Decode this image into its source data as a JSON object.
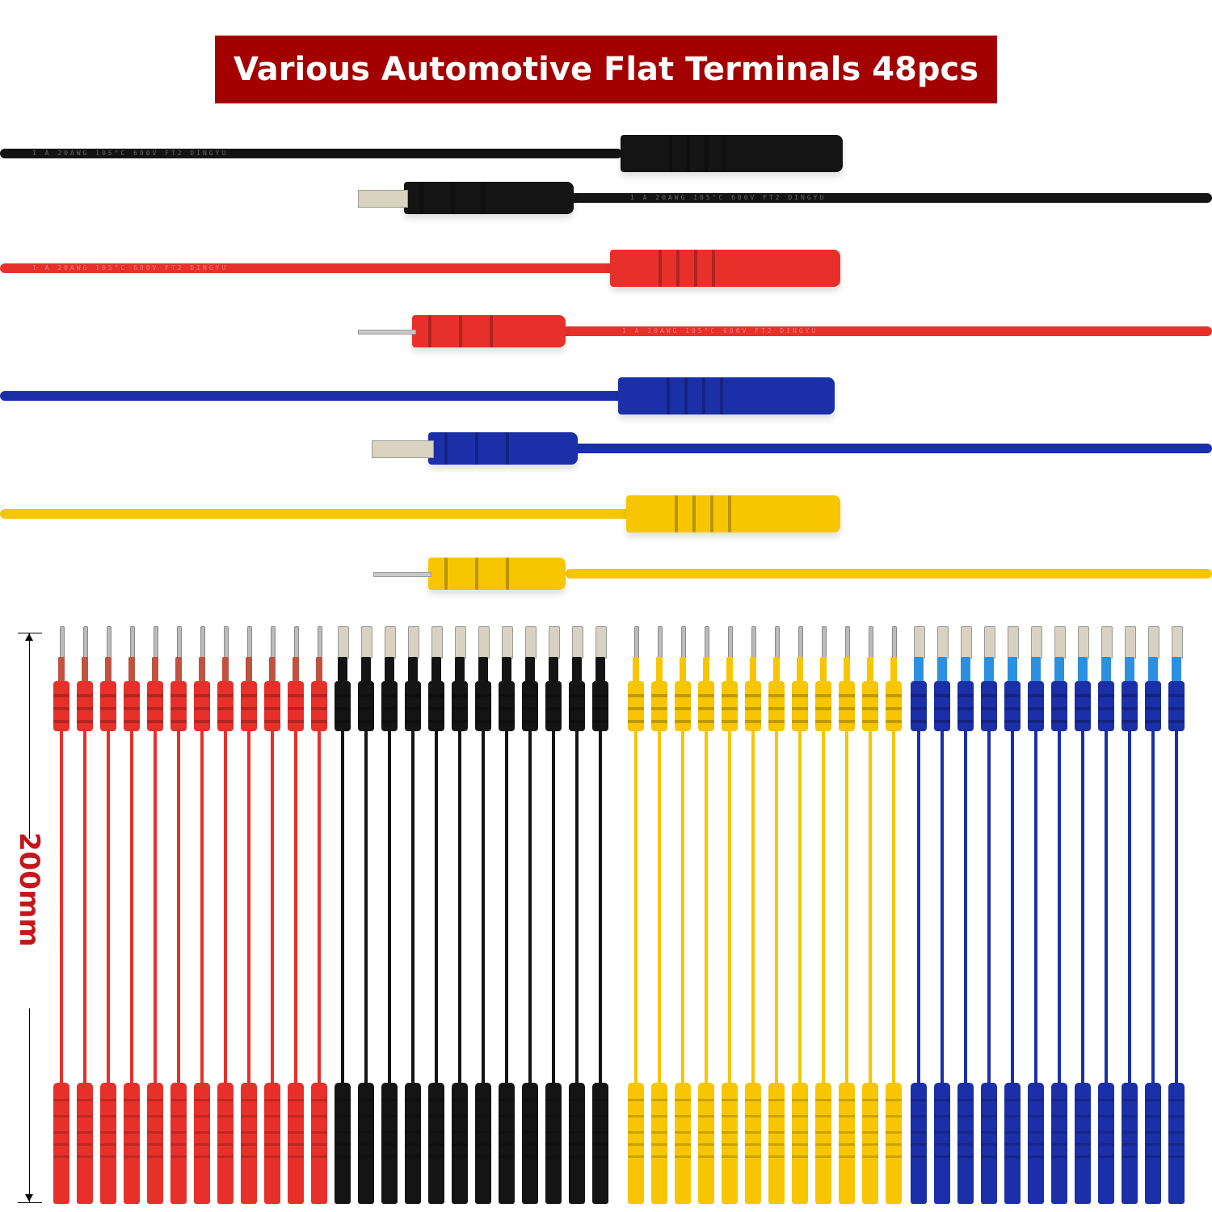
{
  "banner": {
    "title": "Various Automotive Flat Terminals 48pcs",
    "background": "#a30000",
    "text_color": "#ffffff"
  },
  "dimension": {
    "label": "200mm",
    "label_color": "#c4161c"
  },
  "cable_print_text": "1 A 20AWG 105°C 600V FT2 DINGYU",
  "horizontal_cables": [
    {
      "color_name": "black",
      "color": "#141414",
      "type": "female-socket"
    },
    {
      "color_name": "black",
      "color": "#141414",
      "type": "male-flat-blade"
    },
    {
      "color_name": "red",
      "color": "#e8302a",
      "type": "female-socket"
    },
    {
      "color_name": "red",
      "color": "#e8302a",
      "type": "male-pin"
    },
    {
      "color_name": "blue",
      "color": "#1a2fa8",
      "type": "female-socket"
    },
    {
      "color_name": "blue",
      "color": "#1a2fa8",
      "type": "male-flat-blade"
    },
    {
      "color_name": "yellow",
      "color": "#f7c600",
      "type": "female-socket"
    },
    {
      "color_name": "yellow",
      "color": "#f7c600",
      "type": "male-pin"
    }
  ],
  "lead_groups": [
    {
      "color_name": "red",
      "color": "#e8302a",
      "count": 12,
      "tip": "pin",
      "collar": "#c0523f"
    },
    {
      "color_name": "black",
      "color": "#141414",
      "count": 12,
      "tip": "flat",
      "collar": "#141414"
    },
    {
      "color_name": "yellow",
      "color": "#f7c600",
      "count": 12,
      "tip": "pin",
      "collar": "#f7c600"
    },
    {
      "color_name": "blue",
      "color": "#1a2fa8",
      "count": 12,
      "tip": "flat",
      "collar": "#2d8fe0"
    }
  ],
  "total_pieces": 48
}
